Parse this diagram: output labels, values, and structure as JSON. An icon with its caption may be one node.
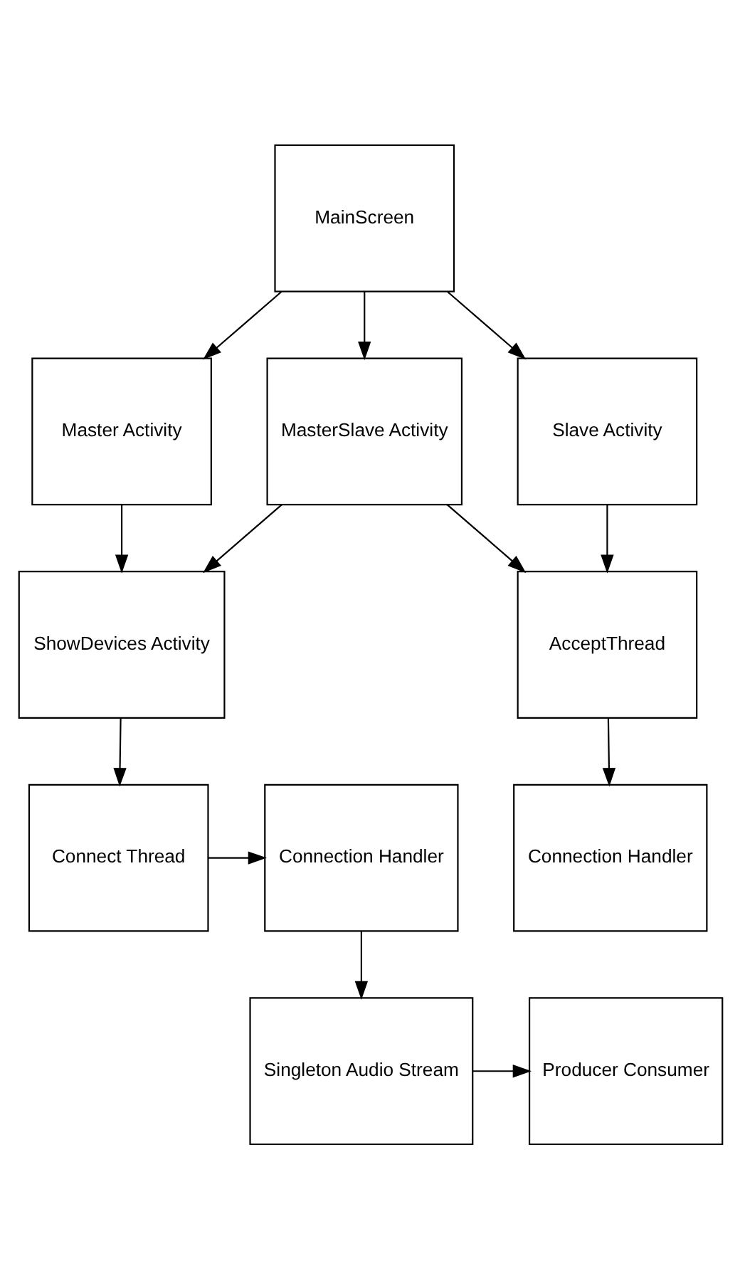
{
  "diagram": {
    "nodes": [
      {
        "text": [
          "MainScreen"
        ]
      },
      {
        "text": [
          "Master Activity"
        ]
      },
      {
        "text": [
          "MasterSlave Activity"
        ]
      },
      {
        "text": [
          "Slave Activity"
        ]
      },
      {
        "text": [
          "ShowDevices Activity"
        ]
      },
      {
        "text": [
          "AcceptThread"
        ]
      },
      {
        "text": [
          "Connect Thread"
        ]
      },
      {
        "text": [
          "Connection Handler"
        ]
      },
      {
        "text": [
          "Connection Handler"
        ]
      },
      {
        "text": [
          "Producer Consumer"
        ]
      },
      {
        "text": [
          "Singleton Audio Stream"
        ]
      }
    ],
    "edges": [
      {
        "from": 0,
        "to": 1,
        "arrow": "to"
      },
      {
        "from": 0,
        "to": 2,
        "arrow": "to"
      },
      {
        "from": 0,
        "to": 3,
        "arrow": "to"
      },
      {
        "from": 1,
        "to": 4,
        "arrow": "to"
      },
      {
        "from": 2,
        "to": 4,
        "arrow": "to"
      },
      {
        "from": 2,
        "to": 5,
        "arrow": "to"
      },
      {
        "from": 3,
        "to": 5,
        "arrow": "to"
      },
      {
        "from": 4,
        "to": 6,
        "arrow": "to"
      },
      {
        "from": 5,
        "to": 8,
        "arrow": "to"
      },
      {
        "from": 6,
        "to": 7,
        "arrow": "to"
      },
      {
        "from": 7,
        "to": 10,
        "arrow": "to"
      },
      {
        "from": 10,
        "to": 9,
        "arrow": "to"
      }
    ]
  }
}
